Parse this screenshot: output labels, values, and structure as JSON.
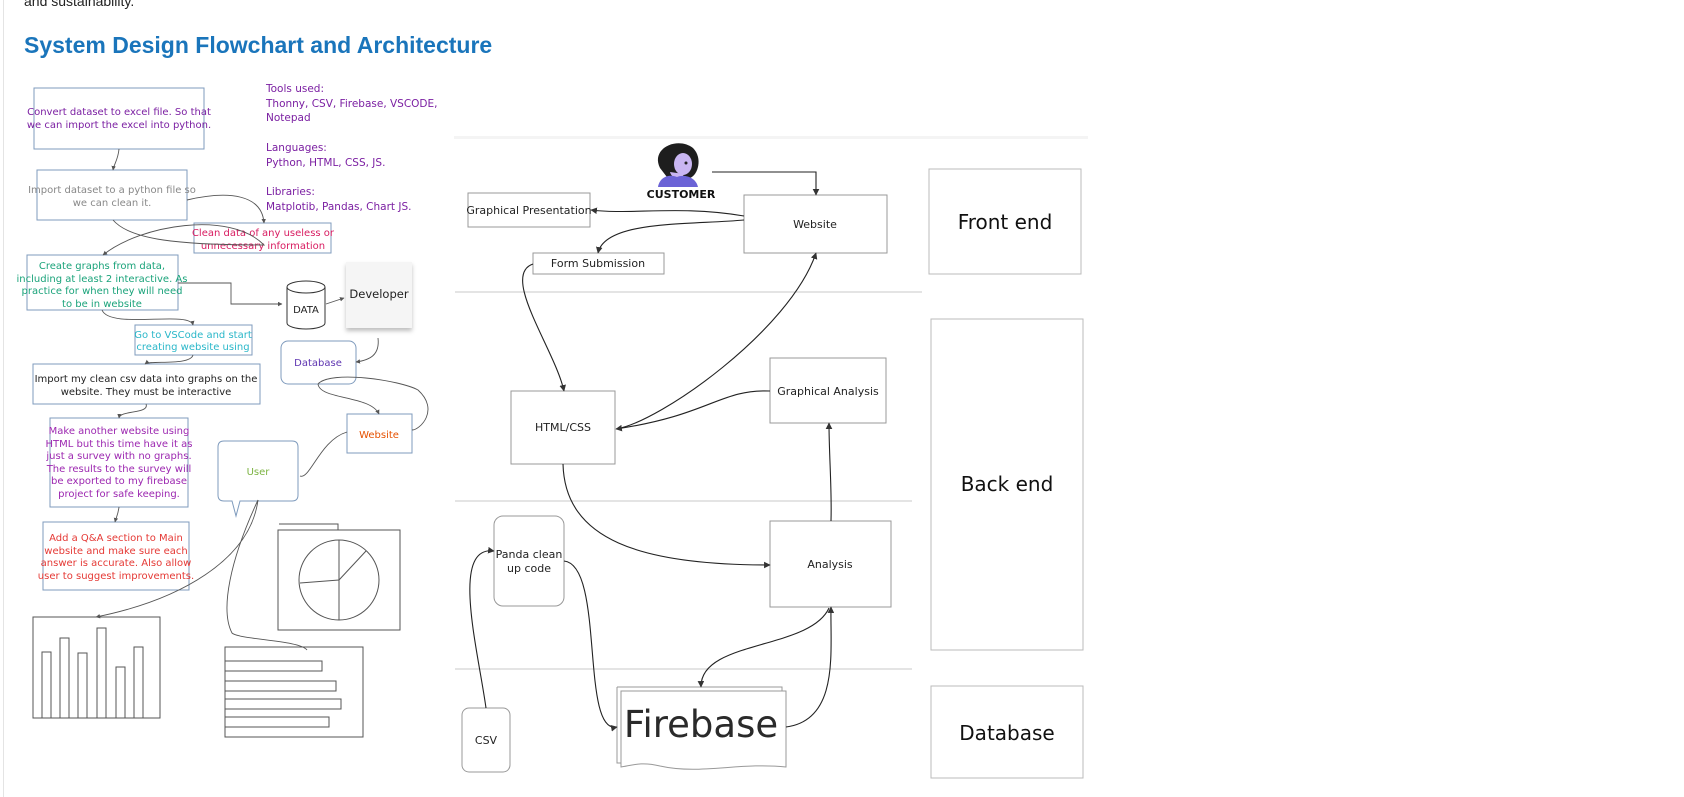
{
  "intro_text": "and sustainability.",
  "heading": "System Design Flowchart and Architecture",
  "colors": {
    "heading": "#1a75bb",
    "purple": "#7b1fa2",
    "teal": "#1aa37a",
    "cyan": "#2ab7c9",
    "pink": "#d81b60",
    "orange": "#e65100",
    "red": "#e53935",
    "green": "#7cb342",
    "box_border": "#7f9bbd"
  },
  "sketch": {
    "steps": [
      {
        "lines": [
          "Convert dataset to excel file. So that",
          "we can import the excel into python."
        ]
      },
      {
        "lines": [
          "Import dataset to a python file so",
          "we can clean it."
        ]
      },
      {
        "lines": [
          "Clean data of any useless or",
          "unnecessary information"
        ]
      },
      {
        "lines": [
          "Create graphs from data,",
          "including at least 2 interactive. As",
          "practice for when they will need",
          "to be in website"
        ]
      },
      {
        "lines": [
          "Go to VSCode and start",
          "creating website using"
        ]
      },
      {
        "lines": [
          "Import my clean csv data into graphs on the",
          "website. They must be interactive"
        ]
      },
      {
        "lines": [
          "Make another website using",
          "HTML but this time have it as",
          "just a survey with no graphs.",
          "The results to the survey will",
          "be exported to my firebase",
          "project for safe keeping."
        ]
      },
      {
        "lines": [
          "Add a Q&A section to Main",
          "website and make sure each",
          "answer is accurate. Also allow",
          "user to suggest improvements."
        ]
      }
    ],
    "tools_label": "Tools used:",
    "tools_lines": [
      "Thonny, CSV, Firebase, VSCODE,",
      "Notepad"
    ],
    "languages_label": "Languages:",
    "languages": "Python, HTML, CSS, JS.",
    "libraries_label": "Libraries:",
    "libraries": "Matplotib, Pandas, Chart JS.",
    "data_label": "DATA",
    "developer_label": "Developer",
    "database_label": "Database",
    "website_label": "Website",
    "user_label": "User"
  },
  "architecture": {
    "customer_label": "CUSTOMER",
    "website": "Website",
    "graphical_presentation": "Graphical Presentation",
    "form_submission": "Form Submission",
    "html_css": "HTML/CSS",
    "graphical_analysis": "Graphical Analysis",
    "analysis": "Analysis",
    "panda_lines": [
      "Panda clean",
      "up code"
    ],
    "csv": "CSV",
    "firebase": "Firebase",
    "tiers": [
      "Front end",
      "Back end",
      "Database"
    ]
  }
}
